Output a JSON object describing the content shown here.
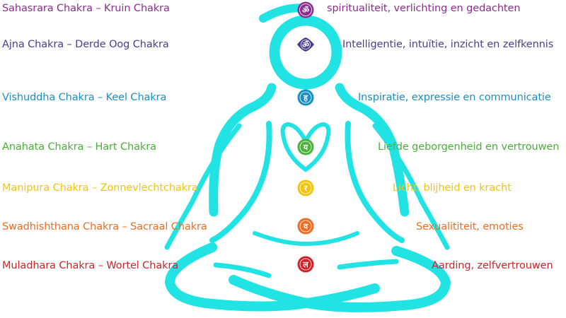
{
  "chakras": [
    {
      "name": "Sahasrara Chakra – Kruin Chakra",
      "meaning": "spiritualiteit, verlichting en gedachten",
      "color": "#8b2e8e",
      "glyph": "ॐ"
    },
    {
      "name": "Ajna Chakra – Derde Oog Chakra",
      "meaning": "Intelligentie, intuïtie, inzicht en zelfkennis",
      "color": "#4a3d8f",
      "glyph": "ॐ"
    },
    {
      "name": "Vishuddha Chakra – Keel Chakra",
      "meaning": "Inspiratie, expressie en communicatie",
      "color": "#1a8fc4",
      "glyph": "ह"
    },
    {
      "name": "Anahata Chakra – Hart Chakra",
      "meaning": "Liefde geborgenheid en vertrouwen",
      "color": "#4caf3a",
      "glyph": "य"
    },
    {
      "name": "Manipura Chakra – Zonnevlechtchakra",
      "meaning": "Licht, blijheid en kracht",
      "color": "#f2c40f",
      "glyph": "र"
    },
    {
      "name": "Swadhishthana Chakra – Sacraal Chakra",
      "meaning": "Sexualititeit, emoties",
      "color": "#ec6d24",
      "glyph": "व"
    },
    {
      "name": "Muladhara Chakra – Wortel Chakra",
      "meaning": "Aarding, zelfvertrouwen",
      "color": "#d0232a",
      "glyph": "ल"
    }
  ],
  "figure_color": "#22e3e3"
}
